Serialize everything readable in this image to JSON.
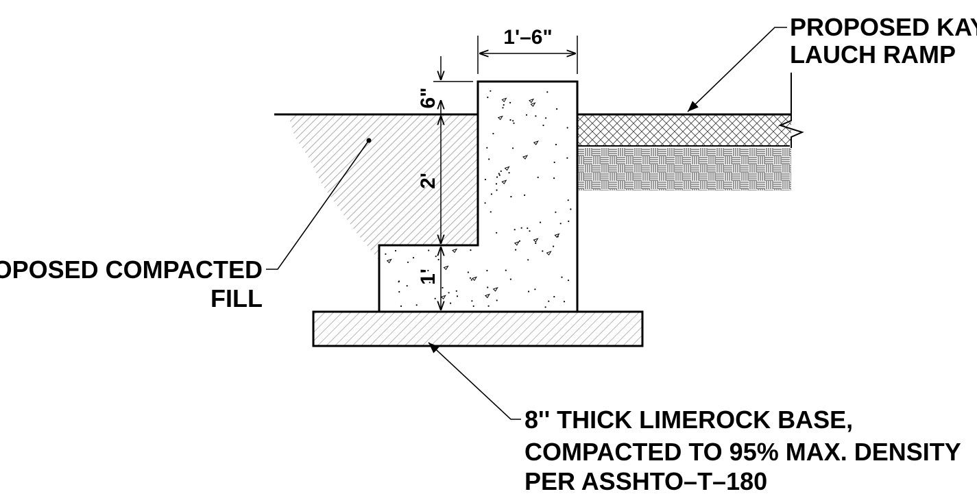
{
  "labels": {
    "ramp_line1": "PROPOSED KAYAK",
    "ramp_line2": "LAUCH RAMP",
    "fill_line1": "PROPOSED COMPACTED",
    "fill_line2": "FILL",
    "base_line1": "8'' THICK LIMEROCK BASE,",
    "base_line2": "COMPACTED TO 95% MAX. DENSITY",
    "base_line3": "PER ASSHTO–T–180"
  },
  "dimensions": {
    "top_width": "1'–6\"",
    "top_height": "6\"",
    "wall_height": "2'",
    "footing_height": "1'"
  },
  "colors": {
    "line": "#000000",
    "hatch": "#b5b5b5"
  }
}
